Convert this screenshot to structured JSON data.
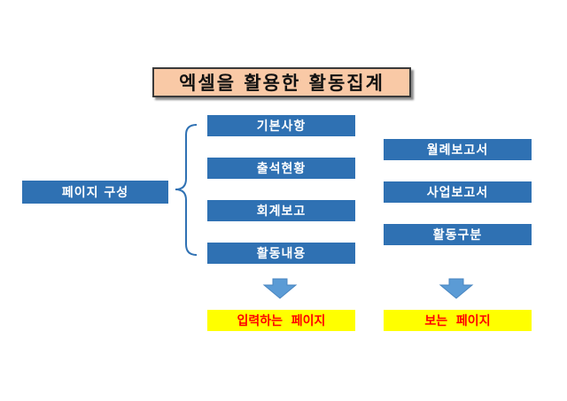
{
  "title": "엑셀을 활용한 활동집계",
  "root": "페이지 구성",
  "input_pages": [
    "기본사항",
    "출석현황",
    "회계보고",
    "활동내용"
  ],
  "output_pages": [
    "월례보고서",
    "사업보고서",
    "활동구분"
  ],
  "input_label": "입력하는  페이지",
  "output_label": "보는  페이지",
  "colors": {
    "box_blue": "#2f71b3",
    "title_fill": "#f9c9a6",
    "highlight_yellow": "#ffff00",
    "highlight_text": "#ff0000",
    "arrow_blue": "#5b9bd5"
  }
}
